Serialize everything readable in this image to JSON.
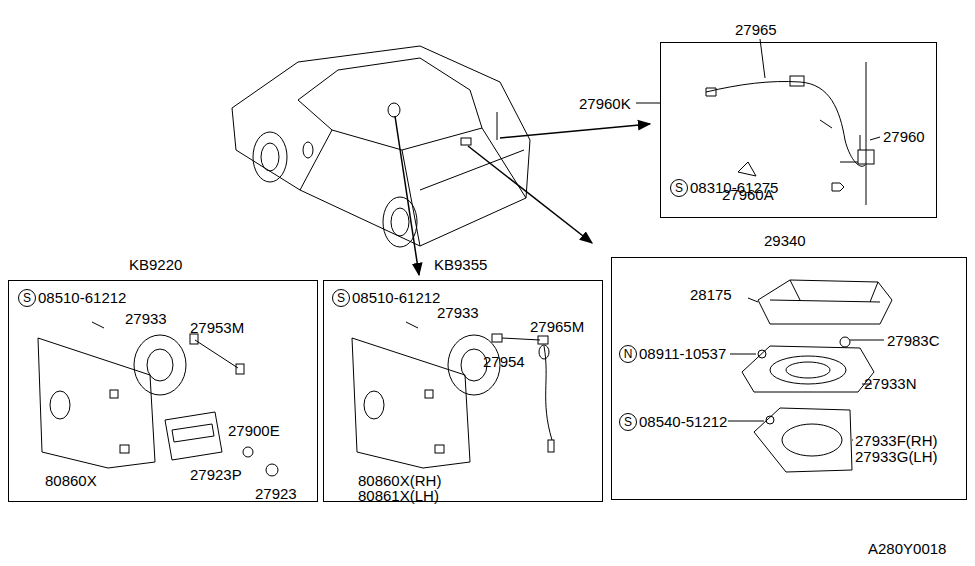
{
  "diagram": {
    "nodes": [
      {
        "text": [
          "27960K"
        ]
      },
      {
        "text": [
          "29340"
        ]
      },
      {
        "text": [
          "KB9220"
        ]
      },
      {
        "text": [
          "KB9355"
        ]
      }
    ],
    "labels": [
      "27965",
      "27960A",
      "27960",
      "S",
      "08310-61275",
      "28175",
      "27983C",
      "N",
      "08911-10537",
      "27933N",
      "S",
      "08540-51212",
      "27933F(RH)",
      "27933G(LH)",
      "S",
      "08510-61212",
      "27933",
      "27953M",
      "27900E",
      "27923P",
      "27923",
      "80860X",
      "S",
      "08510-61212",
      "27933",
      "27965M",
      "27954",
      "80860X(RH)",
      "80861X(LH)",
      "A280Y0018"
    ]
  }
}
